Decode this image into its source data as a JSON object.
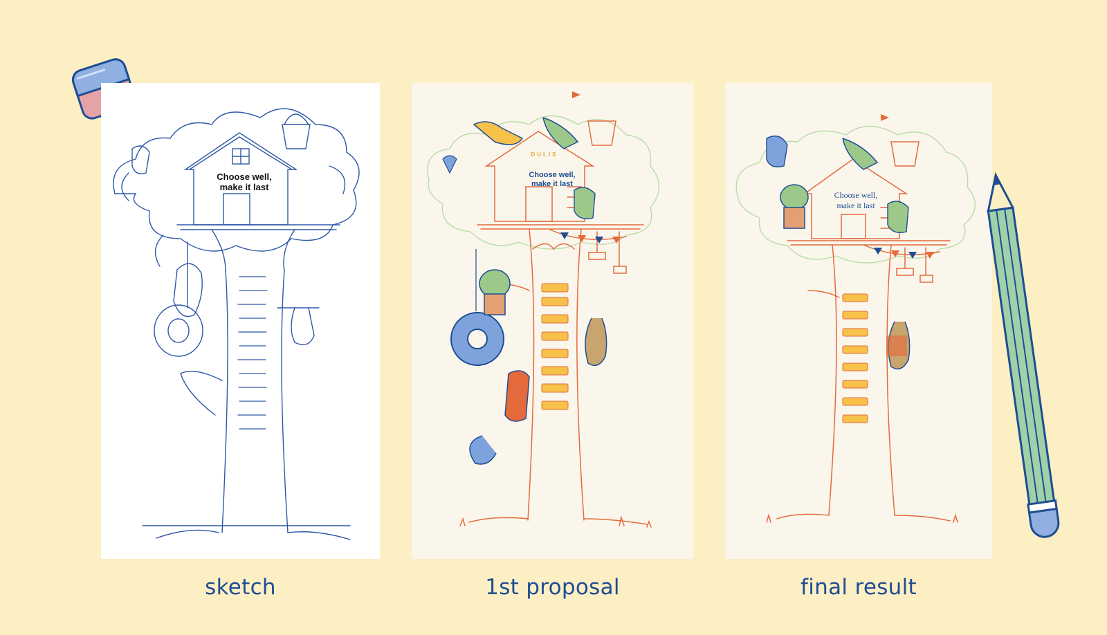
{
  "panels": {
    "sketch": {
      "caption": "sketch",
      "tagline_line1": "Choose well,",
      "tagline_line2": "make it last"
    },
    "proposal": {
      "caption": "1st proposal",
      "brand": "DULIS",
      "tagline_line1": "Choose well,",
      "tagline_line2": "make it last"
    },
    "final": {
      "caption": "final result",
      "tagline_line1": "Choose well,",
      "tagline_line2": "make it last"
    }
  },
  "colors": {
    "background": "#fdefc4",
    "caption_blue": "#1e4d93",
    "sketch_line": "#2f58a8",
    "proposal_orange": "#e46a3b",
    "leaf_green": "#9cc98a",
    "ladder_yellow": "#f7c14a",
    "tire_blue": "#7ea3dc",
    "eraser_blue": "#8fb0e0",
    "eraser_pink": "#e5a3a8",
    "pencil_green": "#9fd0a8"
  },
  "icons": [
    "eraser-icon",
    "pencil-icon"
  ]
}
